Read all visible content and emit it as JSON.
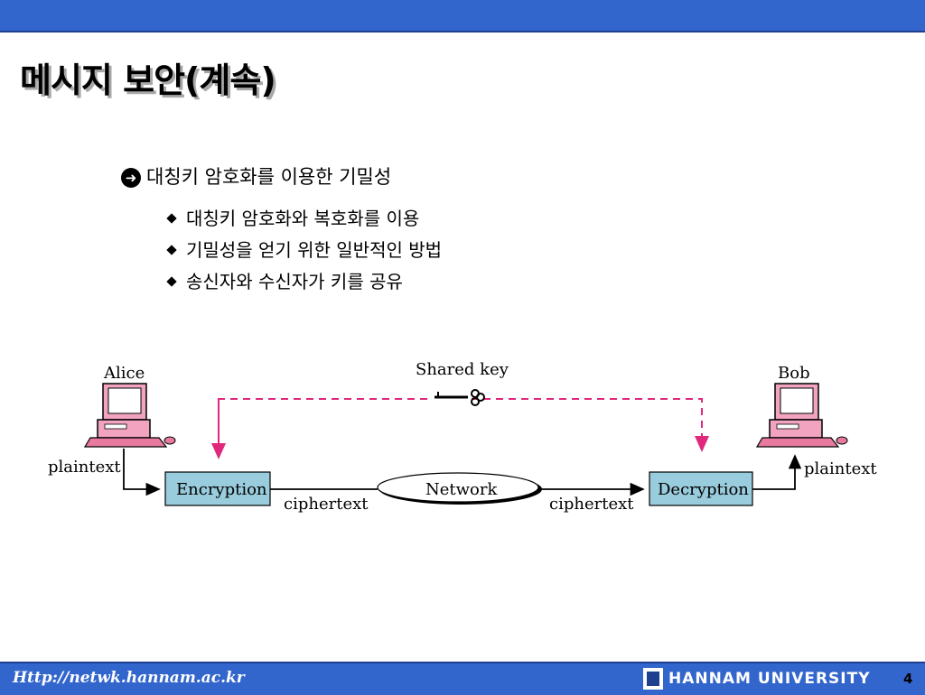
{
  "slide": {
    "title": "메시지 보안(계속)",
    "bullet_main": "대칭키 암호화를 이용한 기밀성",
    "sub_bullets": [
      "대칭키 암호화와 복호화를 이용",
      "기밀성을 얻기 위한 일반적인 방법",
      "송신자와 수신자가 키를 공유"
    ]
  },
  "diagram": {
    "alice": "Alice",
    "bob": "Bob",
    "shared_key": "Shared key",
    "plaintext_left": "plaintext",
    "plaintext_right": "plaintext",
    "encryption": "Encryption",
    "decryption": "Decryption",
    "network": "Network",
    "ciphertext_left": "ciphertext",
    "ciphertext_right": "ciphertext",
    "colors": {
      "box_fill": "#99ccdd",
      "key_line": "#e0287c",
      "computer": "#e87aa0"
    }
  },
  "footer": {
    "url": "Http://netwk.hannam.ac.kr",
    "university": "HANNAM  UNIVERSITY",
    "page_number": "4"
  },
  "theme": {
    "bar_color": "#3366cc"
  }
}
